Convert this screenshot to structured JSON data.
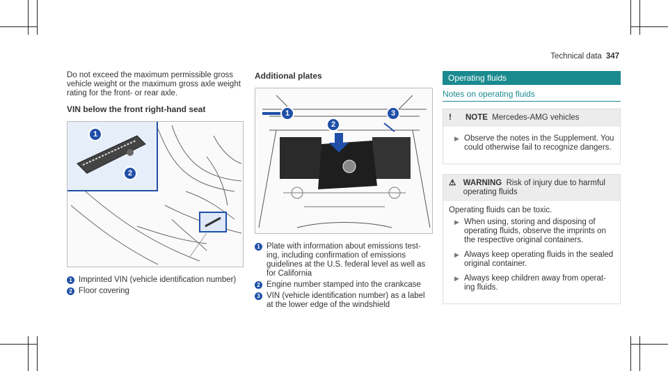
{
  "header": {
    "section": "Technical data",
    "page": "347"
  },
  "col1": {
    "intro": "Do not exceed the maximum permissible gross vehicle weight or the maximum gross axle weight rating for the front- or rear axle.",
    "heading": "VIN below the front right-hand seat",
    "callouts": [
      "1",
      "2"
    ],
    "legend": [
      {
        "num": "1",
        "text": "Imprinted VIN (vehicle identification number)"
      },
      {
        "num": "2",
        "text": "Floor covering"
      }
    ]
  },
  "col2": {
    "heading": "Additional plates",
    "callouts": [
      "1",
      "2",
      "3"
    ],
    "legend": [
      {
        "num": "1",
        "text": "Plate with information about emissions test-ing, including confirmation of emissions guidelines at the U.S. federal level as well as for California"
      },
      {
        "num": "2",
        "text": "Engine number stamped into the crankcase"
      },
      {
        "num": "3",
        "text": "VIN (vehicle identification number) as a label at the lower edge of the windshield"
      }
    ]
  },
  "col3": {
    "band": "Operating fluids",
    "subhead": "Notes on operating fluids",
    "note": {
      "icon": "!",
      "label": "NOTE",
      "title": "Mercedes-AMG vehicles",
      "bullet": "Observe the notes in the Supplement. You could otherwise fail to recognize dangers."
    },
    "warning": {
      "icon": "⚠",
      "label": "WARNING",
      "title": "Risk of injury due to harmful operating fluids",
      "text": "Operating fluids can be toxic.",
      "bullets": [
        "When using, storing and disposing of operating fluids, observe the imprints on the respective original containers.",
        "Always keep operating fluids in the sealed original container.",
        "Always keep children away from operat-ing fluids."
      ]
    }
  },
  "colors": {
    "accent": "#1a8a8f",
    "callout": "#1f4fa8"
  }
}
